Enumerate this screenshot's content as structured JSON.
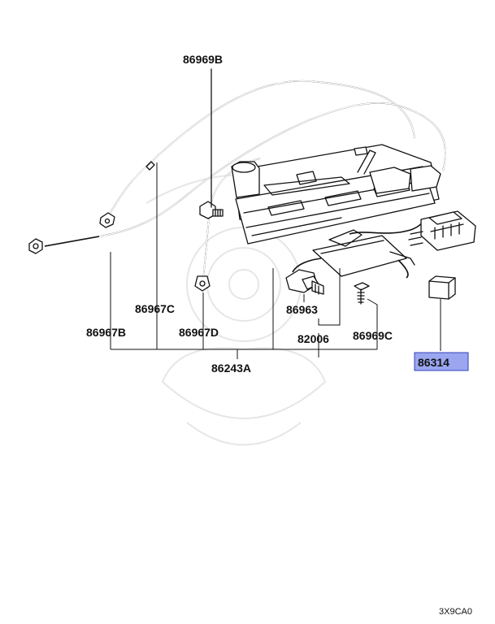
{
  "diagram": {
    "labels": {
      "p86969B": "86969B",
      "p86967C": "86967C",
      "p86967B": "86967B",
      "p86967D": "86967D",
      "p86963": "86963",
      "p82006": "82006",
      "p86969C": "86969C",
      "p86243A": "86243A",
      "p86314": "86314"
    },
    "highlighted_part": "86314",
    "highlight_color": "#9aa6f0",
    "drawing_code": "3X9CA0"
  }
}
